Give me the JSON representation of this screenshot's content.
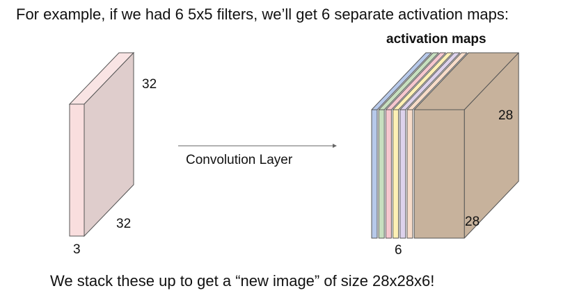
{
  "heading": "For example, if we had 6 5x5 filters, we’ll get 6 separate activation maps:",
  "caption": "We stack these up to get a “new image” of size 28x28x6!",
  "input_volume": {
    "height_label": "32",
    "width_label": "32",
    "depth_label": "3",
    "front_color": "#f9dede",
    "side_color": "#dfcdcc",
    "top_color": "#f9e4e4"
  },
  "operation": {
    "label": "Convolution Layer"
  },
  "output_volume": {
    "title": "activation maps",
    "height_label": "28",
    "width_label": "28",
    "depth_label": "6",
    "map_count": 6,
    "layer_colors": [
      "#b7c9ea",
      "#c7dfbf",
      "#f6c7cf",
      "#fdf0b5",
      "#ddd2ec",
      "#f7dcc9"
    ],
    "back_color": "#c7b29c"
  }
}
